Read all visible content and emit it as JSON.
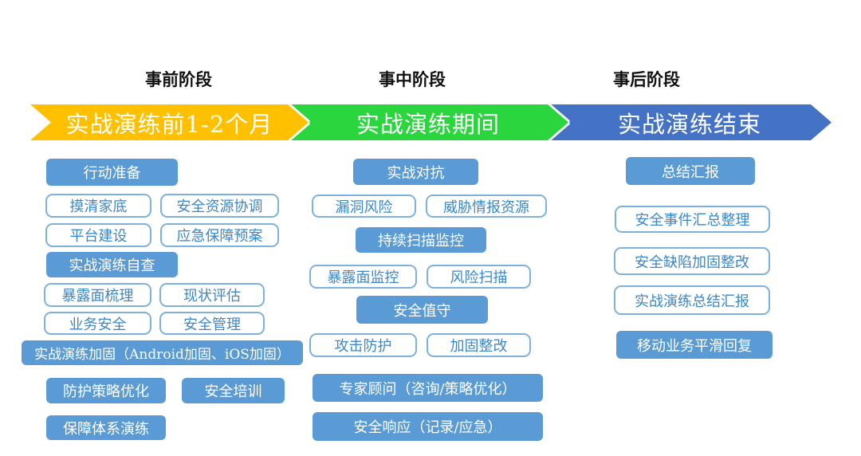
{
  "colors": {
    "header_text": "#111111",
    "banner_text": "#FFFFFF",
    "box_fill": "#5B9BD5",
    "box_border": "#7EB1DC",
    "box_text": "#3C87C8"
  },
  "phases": [
    {
      "header": "事前阶段",
      "banner": "实战演练前1-2个月",
      "color": "#FFC000"
    },
    {
      "header": "事中阶段",
      "banner": "实战演练期间",
      "color": "#2BD53E"
    },
    {
      "header": "事后阶段",
      "banner": "实战演练结束",
      "color": "#4472C4"
    }
  ],
  "columns": [
    {
      "boxes": [
        {
          "label": "行动准备",
          "style": "filled"
        },
        {
          "label": "摸清家底",
          "style": "outlined"
        },
        {
          "label": "安全资源协调",
          "style": "outlined"
        },
        {
          "label": "平台建设",
          "style": "outlined"
        },
        {
          "label": "应急保障预案",
          "style": "outlined"
        },
        {
          "label": "实战演练自查",
          "style": "filled"
        },
        {
          "label": "暴露面梳理",
          "style": "outlined"
        },
        {
          "label": "现状评估",
          "style": "outlined"
        },
        {
          "label": "业务安全",
          "style": "outlined"
        },
        {
          "label": "安全管理",
          "style": "outlined"
        },
        {
          "label": "实战演练加固（Android加固、iOS加固）",
          "style": "filled"
        },
        {
          "label": "防护策略优化",
          "style": "filled"
        },
        {
          "label": "安全培训",
          "style": "filled"
        },
        {
          "label": "保障体系演练",
          "style": "filled"
        }
      ]
    },
    {
      "boxes": [
        {
          "label": "实战对抗",
          "style": "filled"
        },
        {
          "label": "漏洞风险",
          "style": "outlined"
        },
        {
          "label": "威胁情报资源",
          "style": "outlined"
        },
        {
          "label": "持续扫描监控",
          "style": "filled"
        },
        {
          "label": "暴露面监控",
          "style": "outlined"
        },
        {
          "label": "风险扫描",
          "style": "outlined"
        },
        {
          "label": "安全值守",
          "style": "filled"
        },
        {
          "label": "攻击防护",
          "style": "outlined"
        },
        {
          "label": "加固整改",
          "style": "outlined"
        },
        {
          "label": "专家顾问（咨询/策略优化）",
          "style": "filled"
        },
        {
          "label": "安全响应（记录/应急）",
          "style": "filled"
        }
      ]
    },
    {
      "boxes": [
        {
          "label": "总结汇报",
          "style": "filled"
        },
        {
          "label": "安全事件汇总整理",
          "style": "outlined"
        },
        {
          "label": "安全缺陷加固整改",
          "style": "outlined"
        },
        {
          "label": "实战演练总结汇报",
          "style": "outlined"
        },
        {
          "label": "移动业务平滑回复",
          "style": "filled"
        }
      ]
    }
  ]
}
